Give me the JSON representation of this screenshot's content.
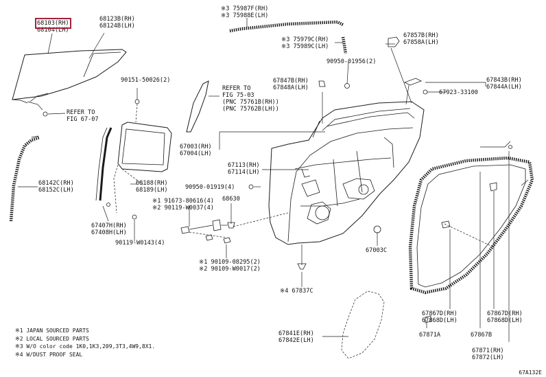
{
  "labels": {
    "glass_rh": "68103(RH)",
    "glass_lh": "68104(LH)",
    "glass_quarter_rh": "68123B(RH)",
    "glass_quarter_lh": "68124B(LH)",
    "refer_6707_a": "REFER TO",
    "refer_6707_b": "FIG 67-07",
    "clip_90151": "90151-50026(2)",
    "refer_7503_a": "REFER TO",
    "refer_7503_b": "FIG 75-03",
    "refer_7503_c": "(PNC 75761B(RH))",
    "refer_7503_d": "(PNC 75762B(LH))",
    "mould_75987": "※3 75987F(RH)",
    "mould_75988": "※3 75988E(LH)",
    "mould_75979": "※3 75979C(RH)",
    "mould_75989": "※3 75989C(LH)",
    "hinge_67857": "67857B(RH)",
    "hinge_67858": "67858A(LH)",
    "plug_90950_top": "90950-01956(2)",
    "item_67847": "67847B(RH)",
    "item_67848": "67848A(LH)",
    "item_67843": "67843B(RH)",
    "item_67844": "67844A(LH)",
    "item_67923": "67923-33100",
    "panel_67003": "67003(RH)",
    "panel_67004": "67004(LH)",
    "item_67113": "67113(RH)",
    "item_67114": "67114(LH)",
    "plug_90950_mid": "90950-01919(4)",
    "item_68630": "68630",
    "item_91673": "※1 91673-80616(4)",
    "item_90119_a": "※2 90119-W0037(4)",
    "item_90109_a": "※1 90109-08295(2)",
    "item_90109_b": "※2 90109-W0017(2)",
    "item_67003c": "67003C",
    "item_67837c": "※4 67837C",
    "item_67841e": "67841E(RH)",
    "item_67842e": "67842E(LH)",
    "run_68142": "68142C(RH)",
    "run_68152": "68152C(LH)",
    "run_68188": "68188(RH)",
    "run_68189": "68189(LH)",
    "item_67407": "67407H(RH)",
    "item_67408": "67408H(LH)",
    "bolt_90119": "90119-W0143(4)",
    "ws_67867d_a": "67867D(RH)",
    "ws_67868d_a": "67868D(LH)",
    "ws_67867d_b": "67867D(RH)",
    "ws_67868d_b": "67868D(LH)",
    "ws_67871a": "67871A",
    "ws_67867b": "67867B",
    "ws_67871": "67871(RH)",
    "ws_67872": "67872(LH)"
  },
  "notes": [
    "※1 JAPAN SOURCED PARTS",
    "※2 LOCAL SOURCED PARTS",
    "※3 W/O color code 1K0,1K3,209,3T3,4W9,8X1.",
    "※4 W/DUST PROOF SEAL"
  ],
  "figure_id": "67A132E",
  "highlight_color": "#a3213a"
}
